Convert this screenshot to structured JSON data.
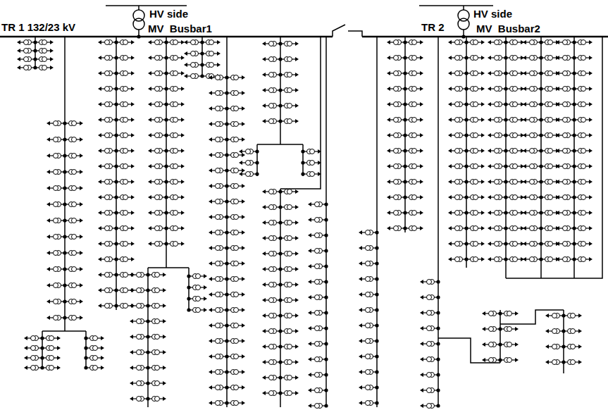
{
  "diagram": {
    "labels": [
      "TR 1 132/23 kV",
      "HV side",
      "MV  Busbar1",
      "TR 2",
      "HV side",
      "MV  Busbar2"
    ]
  }
}
